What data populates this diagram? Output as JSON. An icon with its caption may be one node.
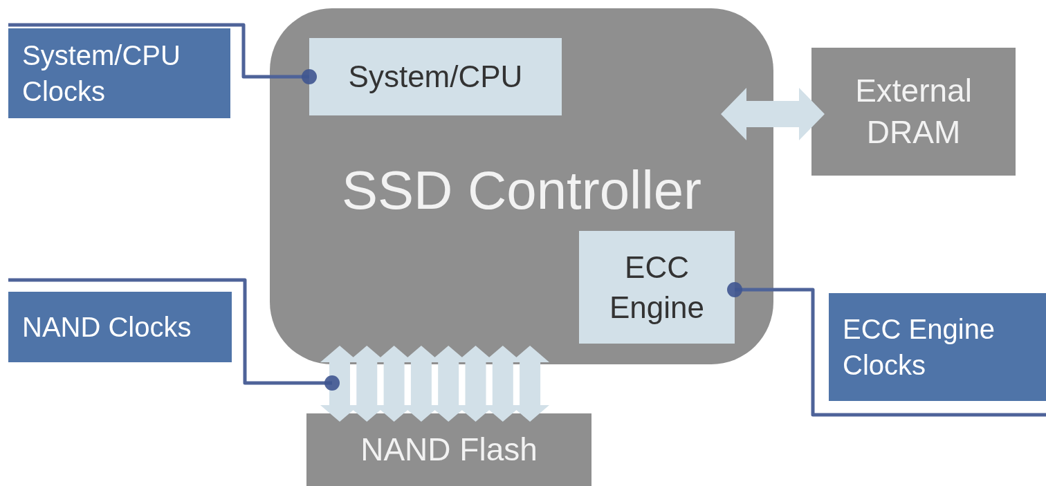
{
  "diagram": {
    "nodes": [
      {
        "text": [
          "SSD Controller"
        ]
      },
      {
        "text": [
          "System/CPU"
        ],
        "in": 0
      },
      {
        "text": [
          "ECC Engine"
        ],
        "in": 0
      },
      {
        "text": [
          "External DRAM"
        ]
      },
      {
        "text": [
          "NAND Flash"
        ]
      },
      {
        "text": [
          "System/CPU Clocks"
        ]
      },
      {
        "text": [
          "NAND Clocks"
        ]
      },
      {
        "text": [
          "ECC Engine Clocks"
        ]
      }
    ],
    "edges": [
      {
        "from": 5,
        "to": 1,
        "arrow": "other",
        "color": "#4e6399"
      },
      {
        "from": 0,
        "to": 4,
        "arrow": "both"
      },
      {
        "from": 0,
        "to": 4,
        "arrow": "both"
      },
      {
        "from": 0,
        "to": 4,
        "arrow": "both"
      },
      {
        "from": 0,
        "to": 4,
        "arrow": "both"
      },
      {
        "from": 0,
        "to": 4,
        "arrow": "both"
      },
      {
        "from": 0,
        "to": 4,
        "arrow": "both"
      },
      {
        "from": 0,
        "to": 4,
        "arrow": "both"
      },
      {
        "from": 0,
        "to": 4,
        "arrow": "both"
      },
      {
        "from": 0,
        "to": 3,
        "arrow": "both"
      },
      {
        "from": 6,
        "to": 0,
        "arrow": "other",
        "color": "#4e6399"
      },
      {
        "from": 7,
        "to": 2,
        "arrow": "other",
        "color": "#4e6399"
      }
    ]
  }
}
